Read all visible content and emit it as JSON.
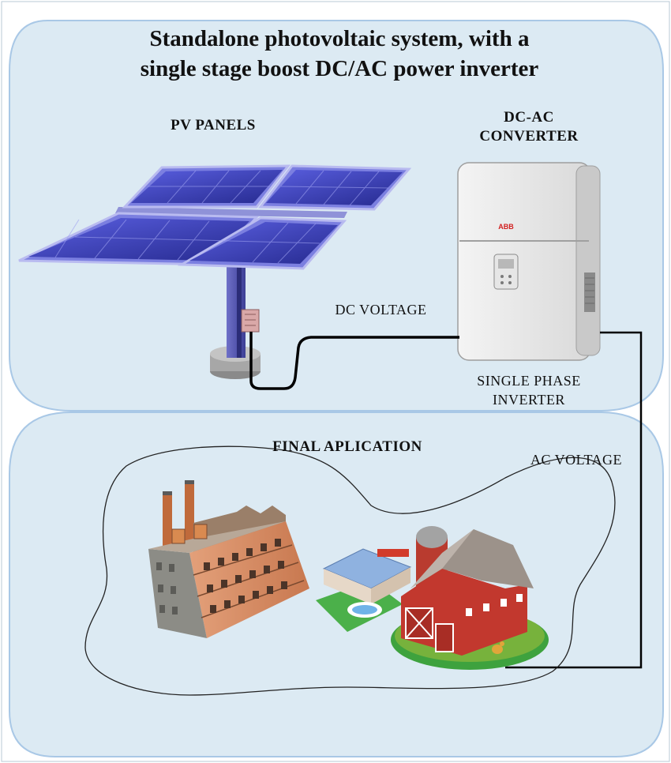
{
  "title": {
    "line1": "Standalone photovoltaic system, with a",
    "line2": "single stage boost DC/AC power inverter"
  },
  "labels": {
    "pv_panels": "PV PANELS",
    "converter_line1": "DC-AC",
    "converter_line2": "CONVERTER",
    "dc_voltage": "DC VOLTAGE",
    "inverter_line1": "SINGLE PHASE",
    "inverter_line2": "INVERTER",
    "final_application": "FINAL APLICATION",
    "ac_voltage": "AC VOLTAGE",
    "inverter_brand": "ABB"
  },
  "colors": {
    "region_fill": "#dceaf3",
    "region_border": "#a9c8e6",
    "panel_blue": "#3a3fc0",
    "wire": "#000000"
  }
}
